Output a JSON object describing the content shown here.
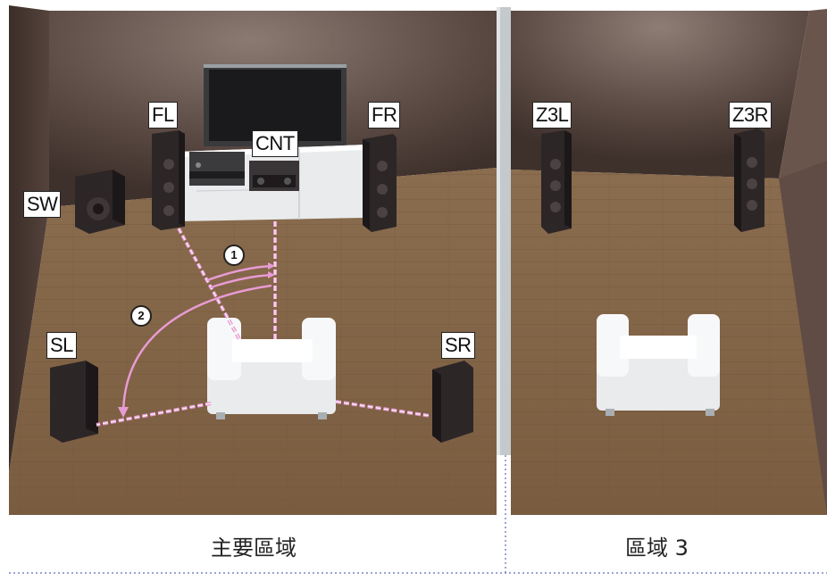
{
  "speakers": {
    "fl": "FL",
    "fr": "FR",
    "cnt": "CNT",
    "sw": "SW",
    "sl": "SL",
    "sr": "SR",
    "z3l": "Z3L",
    "z3r": "Z3R"
  },
  "angle_markers": [
    "1",
    "2"
  ],
  "zones": {
    "main": "主要區域",
    "zone3": "區域 3"
  },
  "colors": {
    "wall": "#5a4a43",
    "floor": "#8a6a4b",
    "divider": "#c9cdd1",
    "guide_line": "#e79bd3",
    "dotted_border": "#7a86c8"
  }
}
